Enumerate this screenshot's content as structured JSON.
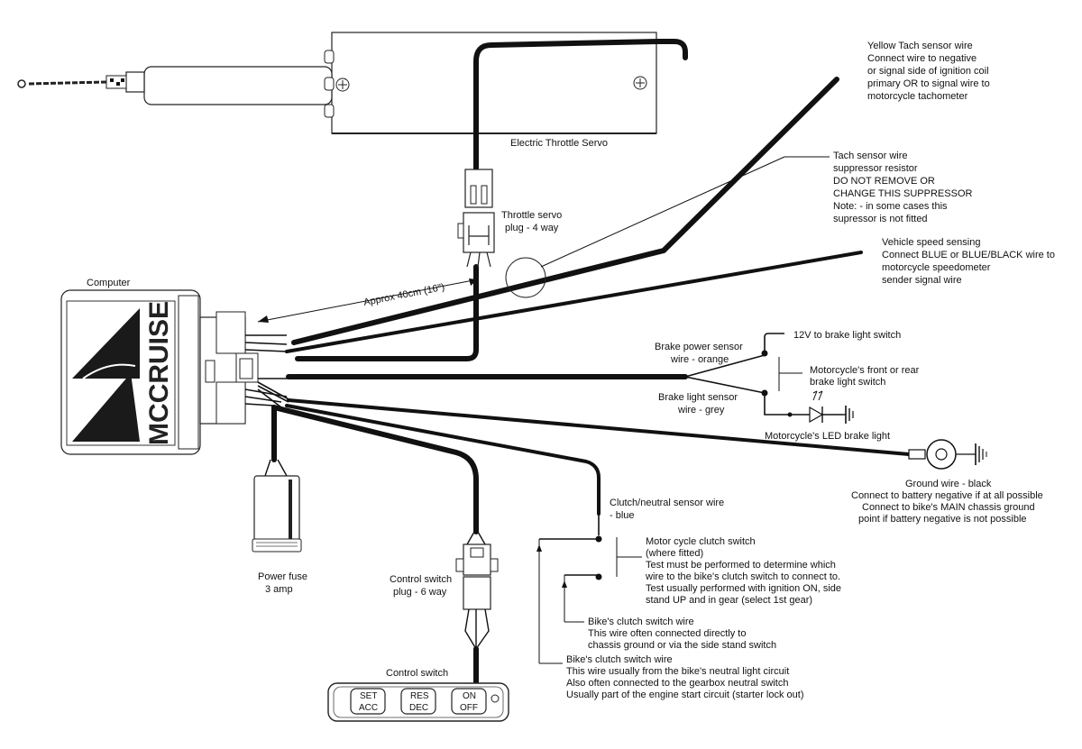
{
  "labels": {
    "servo": "Electric Throttle Servo",
    "tach_wire": [
      "Yellow Tach sensor wire",
      "Connect wire to negative",
      "or signal side of ignition coil",
      "primary OR to signal wire to",
      "motorcycle tachometer"
    ],
    "suppressor": [
      "Tach sensor wire",
      "suppressor resistor",
      "DO NOT REMOVE OR",
      "CHANGE THIS SUPPRESSOR",
      "Note: - in some cases this",
      "supressor is not fitted"
    ],
    "servo_plug": [
      "Throttle servo",
      "plug - 4 way"
    ],
    "speed": [
      "Vehicle speed sensing",
      "Connect BLUE or BLUE/BLACK wire to",
      "motorcycle speedometer",
      "sender signal wire"
    ],
    "approx": "Approx 40cm (16\")",
    "computer": "Computer",
    "logo": "MCCRUISE",
    "brake_power": [
      "Brake power sensor",
      "wire - orange"
    ],
    "brake_12v": "12V to brake light switch",
    "brake_switch": [
      "Motorcycle's front or rear",
      "brake light switch"
    ],
    "brake_light_sensor": [
      "Brake light sensor",
      "wire - grey"
    ],
    "led": "Motorcycle's LED brake light",
    "ground": [
      "Ground wire - black",
      "Connect to battery negative if at all possible",
      "Connect to bike's MAIN chassis ground",
      "point if battery negative is not possible"
    ],
    "clutch_sensor": [
      "Clutch/neutral sensor wire",
      "- blue"
    ],
    "clutch_switch": [
      "Motor cycle clutch switch",
      "(where fitted)",
      "Test must be performed to determine which",
      "wire to the bike's clutch switch to connect to.",
      "Test usually performed with ignition ON, side",
      "stand UP and in gear (select 1st gear)"
    ],
    "bike_clutch_1": [
      "Bike's clutch switch wire",
      "This wire often connected directly to",
      "chassis ground or via the side stand switch"
    ],
    "bike_clutch_2": [
      "Bike's clutch switch wire",
      "This wire usually from the bike's neutral light circuit",
      "Also often connected to the gearbox neutral switch",
      "Usually part of the engine start circuit (starter lock out)"
    ],
    "fuse": [
      "Power fuse",
      "3 amp"
    ],
    "control_plug": [
      "Control switch",
      "plug - 6 way"
    ],
    "control_switch": "Control switch",
    "buttons": [
      {
        "top": "SET",
        "bottom": "ACC"
      },
      {
        "top": "RES",
        "bottom": "DEC"
      },
      {
        "top": "ON",
        "bottom": "OFF"
      }
    ]
  }
}
